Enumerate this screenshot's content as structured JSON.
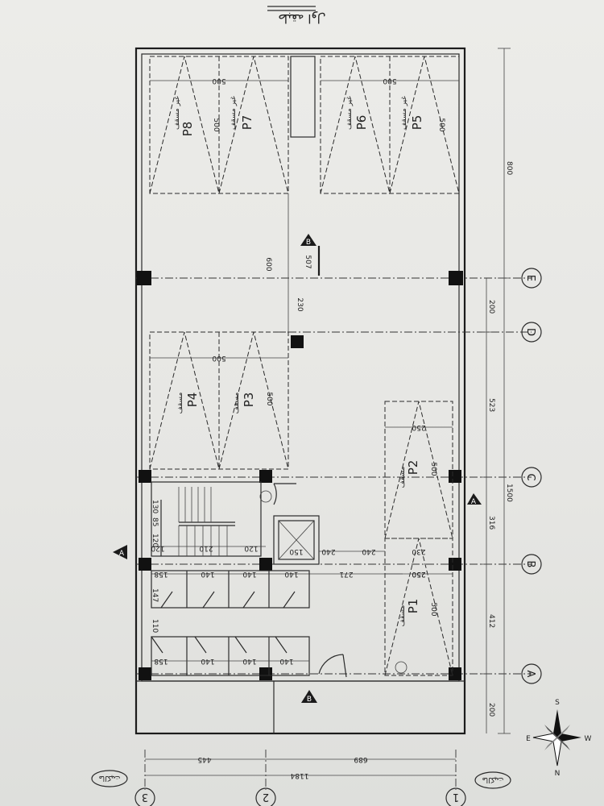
{
  "title_text": "طبقه اول",
  "parking_labels": [
    "P8",
    "P7",
    "P6",
    "P5",
    "P4",
    "P3",
    "P2",
    "P1"
  ],
  "parking_notes": {
    "P8": "غیر مسقف",
    "P7": "غیر مسقف",
    "P6": "غیر مسقف",
    "P5": "غیر مسقف",
    "P4": "مسقف",
    "P3": "مسقف",
    "P2": "مسقف",
    "P1": "مسقف"
  },
  "axis_letters": [
    "A",
    "B",
    "C",
    "D",
    "E"
  ],
  "axis_numbers": [
    "1",
    "2",
    "3"
  ],
  "dims": {
    "right_total": "1500",
    "right_top": "800",
    "right_200_top": "200",
    "right_523": "523",
    "right_316": "316",
    "right_412": "412",
    "right_200_bottom": "200",
    "bottom_1184": "1184",
    "bottom_689": "689",
    "bottom_445": "445",
    "park_top_left": "500",
    "park_top_right": "500",
    "park_len_p8": "500",
    "park_len_p5": "500",
    "park_len_p4": "500",
    "park_len_p3": "500",
    "park_len_p2": "500",
    "park_len_p1": "500",
    "park_w_250": "250",
    "park_w_250b": "250",
    "drive_600": "600",
    "dim_507": "507",
    "dim_230": "230",
    "stair_130": "130",
    "stair_85": "85",
    "stair_120a": "120",
    "stair_120b": "120",
    "stair_120c": "120",
    "stair_210": "210",
    "elev_150": "150",
    "d_240a": "240",
    "d_240b": "240",
    "d_230": "230",
    "d_147": "147",
    "d_110": "110",
    "d_158a": "158",
    "d_158b": "158",
    "d_140a": "140",
    "d_140b": "140",
    "d_140c": "140",
    "d_140d": "140",
    "d_140e": "140",
    "d_140f": "140",
    "d_271": "271",
    "d_250": "250"
  },
  "section_marks": [
    "A",
    "A",
    "B",
    "B"
  ],
  "grid_bubble_text": "مالکیت",
  "compass": {
    "n": "N",
    "s": "S",
    "e": "E",
    "w": "W"
  }
}
